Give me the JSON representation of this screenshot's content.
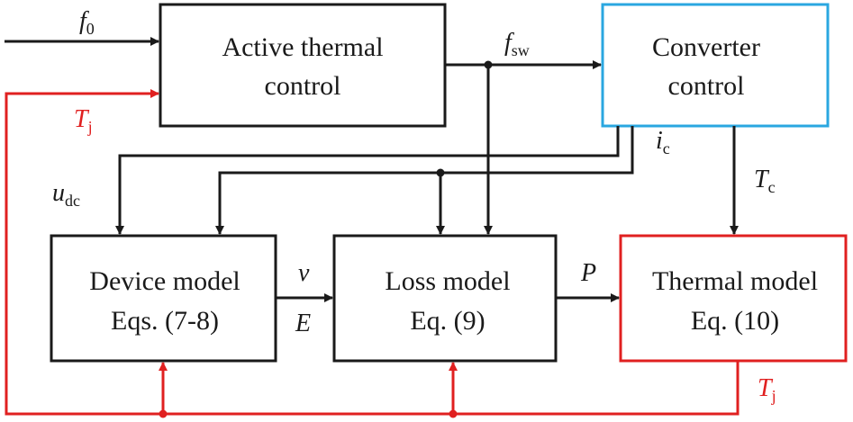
{
  "colors": {
    "black": "#1a1a1a",
    "red": "#e02020",
    "blue": "#2aa7e0"
  },
  "blocks": {
    "active_thermal_control": {
      "line1": "Active thermal",
      "line2": "control",
      "border": "black"
    },
    "converter_control": {
      "line1": "Converter",
      "line2": "control",
      "border": "blue"
    },
    "device_model": {
      "line1": "Device model",
      "line2": "Eqs. (7-8)",
      "border": "black"
    },
    "loss_model": {
      "line1": "Loss model",
      "line2": "Eq. (9)",
      "border": "black"
    },
    "thermal_model": {
      "line1": "Thermal model",
      "line2": "Eq. (10)",
      "border": "red"
    }
  },
  "signals": {
    "f0": {
      "main": "f",
      "sub": "0"
    },
    "fsw": {
      "main": "f",
      "sub": "sw"
    },
    "ic": {
      "main": "i",
      "sub": "c"
    },
    "udc": {
      "main": "u",
      "sub": "dc"
    },
    "tc": {
      "main": "T",
      "sub": "c"
    },
    "v": {
      "main": "v"
    },
    "e": {
      "main": "E"
    },
    "p": {
      "main": "P"
    },
    "tj_top": {
      "main": "T",
      "sub": "j"
    },
    "tj_bottom": {
      "main": "T",
      "sub": "j"
    }
  }
}
